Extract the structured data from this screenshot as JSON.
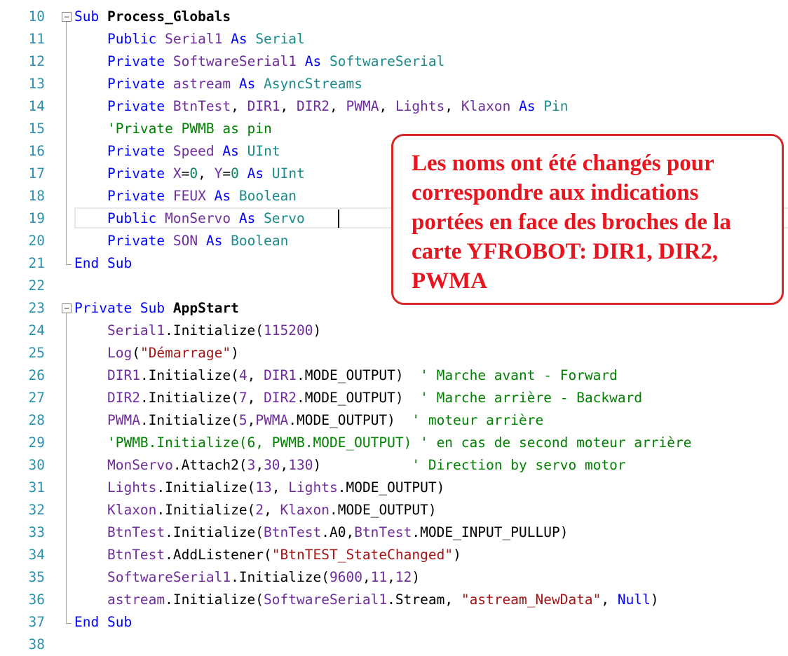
{
  "editor": {
    "lines": [
      {
        "num": "10",
        "tokens": [
          {
            "t": "Sub ",
            "c": "kw"
          },
          {
            "t": "Process_Globals",
            "c": "bold"
          }
        ]
      },
      {
        "num": "11",
        "tokens": [
          {
            "t": "    "
          },
          {
            "t": "Public",
            "c": "kw"
          },
          {
            "t": " "
          },
          {
            "t": "Serial1",
            "c": "pr"
          },
          {
            "t": " "
          },
          {
            "t": "As",
            "c": "kw"
          },
          {
            "t": " "
          },
          {
            "t": "Serial",
            "c": "ty"
          }
        ]
      },
      {
        "num": "12",
        "tokens": [
          {
            "t": "    "
          },
          {
            "t": "Private",
            "c": "kw"
          },
          {
            "t": " "
          },
          {
            "t": "SoftwareSerial1",
            "c": "pr"
          },
          {
            "t": " "
          },
          {
            "t": "As",
            "c": "kw"
          },
          {
            "t": " "
          },
          {
            "t": "SoftwareSerial",
            "c": "ty"
          }
        ]
      },
      {
        "num": "13",
        "tokens": [
          {
            "t": "    "
          },
          {
            "t": "Private",
            "c": "kw"
          },
          {
            "t": " "
          },
          {
            "t": "astream",
            "c": "pr"
          },
          {
            "t": " "
          },
          {
            "t": "As",
            "c": "kw"
          },
          {
            "t": " "
          },
          {
            "t": "AsyncStreams",
            "c": "ty"
          }
        ]
      },
      {
        "num": "14",
        "tokens": [
          {
            "t": "    "
          },
          {
            "t": "Private",
            "c": "kw"
          },
          {
            "t": " "
          },
          {
            "t": "BtnTest",
            "c": "pr"
          },
          {
            "t": ", "
          },
          {
            "t": "DIR1",
            "c": "pr"
          },
          {
            "t": ", "
          },
          {
            "t": "DIR2",
            "c": "pr"
          },
          {
            "t": ", "
          },
          {
            "t": "PWMA",
            "c": "pr"
          },
          {
            "t": ", "
          },
          {
            "t": "Lights",
            "c": "pr"
          },
          {
            "t": ", "
          },
          {
            "t": "Klaxon",
            "c": "pr"
          },
          {
            "t": " "
          },
          {
            "t": "As",
            "c": "kw"
          },
          {
            "t": " "
          },
          {
            "t": "Pin",
            "c": "ty"
          }
        ]
      },
      {
        "num": "15",
        "tokens": [
          {
            "t": "    "
          },
          {
            "t": "'Private PWMB as pin",
            "c": "cm"
          }
        ]
      },
      {
        "num": "16",
        "tokens": [
          {
            "t": "    "
          },
          {
            "t": "Private",
            "c": "kw"
          },
          {
            "t": " "
          },
          {
            "t": "Speed",
            "c": "pr"
          },
          {
            "t": " "
          },
          {
            "t": "As",
            "c": "kw"
          },
          {
            "t": " "
          },
          {
            "t": "UInt",
            "c": "ty"
          }
        ]
      },
      {
        "num": "17",
        "tokens": [
          {
            "t": "    "
          },
          {
            "t": "Private",
            "c": "kw"
          },
          {
            "t": " "
          },
          {
            "t": "X",
            "c": "pr"
          },
          {
            "t": "="
          },
          {
            "t": "0",
            "c": "nm"
          },
          {
            "t": ", "
          },
          {
            "t": "Y",
            "c": "pr"
          },
          {
            "t": "="
          },
          {
            "t": "0",
            "c": "nm"
          },
          {
            "t": " "
          },
          {
            "t": "As",
            "c": "kw"
          },
          {
            "t": " "
          },
          {
            "t": "UInt",
            "c": "ty"
          }
        ]
      },
      {
        "num": "18",
        "tokens": [
          {
            "t": "    "
          },
          {
            "t": "Private",
            "c": "kw"
          },
          {
            "t": " "
          },
          {
            "t": "FEUX",
            "c": "pr"
          },
          {
            "t": " "
          },
          {
            "t": "As",
            "c": "kw"
          },
          {
            "t": " "
          },
          {
            "t": "Boolean",
            "c": "ty"
          }
        ]
      },
      {
        "num": "19",
        "tokens": [
          {
            "t": "    "
          },
          {
            "t": "Public",
            "c": "kw"
          },
          {
            "t": " "
          },
          {
            "t": "MonServo",
            "c": "pr"
          },
          {
            "t": " "
          },
          {
            "t": "As",
            "c": "kw"
          },
          {
            "t": " "
          },
          {
            "t": "Servo",
            "c": "ty"
          }
        ]
      },
      {
        "num": "20",
        "tokens": [
          {
            "t": "    "
          },
          {
            "t": "Private",
            "c": "kw"
          },
          {
            "t": " "
          },
          {
            "t": "SON",
            "c": "pr"
          },
          {
            "t": " "
          },
          {
            "t": "As",
            "c": "kw"
          },
          {
            "t": " "
          },
          {
            "t": "Boolean",
            "c": "ty"
          }
        ]
      },
      {
        "num": "21",
        "tokens": [
          {
            "t": "End Sub",
            "c": "kw"
          }
        ]
      },
      {
        "num": "22",
        "tokens": []
      },
      {
        "num": "23",
        "tokens": [
          {
            "t": "Private Sub ",
            "c": "kw"
          },
          {
            "t": "AppStart",
            "c": "bold"
          }
        ]
      },
      {
        "num": "24",
        "tokens": [
          {
            "t": "    "
          },
          {
            "t": "Serial1",
            "c": "pr"
          },
          {
            "t": ".Initialize("
          },
          {
            "t": "115200",
            "c": "pr"
          },
          {
            "t": ")"
          }
        ]
      },
      {
        "num": "25",
        "tokens": [
          {
            "t": "    "
          },
          {
            "t": "Log",
            "c": "pr"
          },
          {
            "t": "("
          },
          {
            "t": "\"Démarrage\"",
            "c": "st"
          },
          {
            "t": ")"
          }
        ]
      },
      {
        "num": "26",
        "tokens": [
          {
            "t": "    "
          },
          {
            "t": "DIR1",
            "c": "pr"
          },
          {
            "t": ".Initialize("
          },
          {
            "t": "4",
            "c": "pr"
          },
          {
            "t": ", "
          },
          {
            "t": "DIR1",
            "c": "pr"
          },
          {
            "t": ".MODE_OUTPUT)  "
          },
          {
            "t": "' Marche avant - Forward",
            "c": "cm"
          }
        ]
      },
      {
        "num": "27",
        "tokens": [
          {
            "t": "    "
          },
          {
            "t": "DIR2",
            "c": "pr"
          },
          {
            "t": ".Initialize("
          },
          {
            "t": "7",
            "c": "pr"
          },
          {
            "t": ", "
          },
          {
            "t": "DIR2",
            "c": "pr"
          },
          {
            "t": ".MODE_OUTPUT)  "
          },
          {
            "t": "' Marche arrière - Backward",
            "c": "cm"
          }
        ]
      },
      {
        "num": "28",
        "tokens": [
          {
            "t": "    "
          },
          {
            "t": "PWMA",
            "c": "pr"
          },
          {
            "t": ".Initialize("
          },
          {
            "t": "5",
            "c": "pr"
          },
          {
            "t": ","
          },
          {
            "t": "PWMA",
            "c": "pr"
          },
          {
            "t": ".MODE_OUTPUT)  "
          },
          {
            "t": "' moteur arrière",
            "c": "cm"
          }
        ]
      },
      {
        "num": "29",
        "tokens": [
          {
            "t": "    "
          },
          {
            "t": "'PWMB.Initialize(6, PWMB.MODE_OUTPUT) ' en cas de second moteur arrière",
            "c": "cm"
          }
        ]
      },
      {
        "num": "30",
        "tokens": [
          {
            "t": "    "
          },
          {
            "t": "MonServo",
            "c": "pr"
          },
          {
            "t": ".Attach2("
          },
          {
            "t": "3",
            "c": "pr"
          },
          {
            "t": ","
          },
          {
            "t": "30",
            "c": "pr"
          },
          {
            "t": ","
          },
          {
            "t": "130",
            "c": "pr"
          },
          {
            "t": ")           "
          },
          {
            "t": "' Direction by servo motor",
            "c": "cm"
          }
        ]
      },
      {
        "num": "31",
        "tokens": [
          {
            "t": "    "
          },
          {
            "t": "Lights",
            "c": "pr"
          },
          {
            "t": ".Initialize("
          },
          {
            "t": "13",
            "c": "pr"
          },
          {
            "t": ", "
          },
          {
            "t": "Lights",
            "c": "pr"
          },
          {
            "t": ".MODE_OUTPUT)"
          }
        ]
      },
      {
        "num": "32",
        "tokens": [
          {
            "t": "    "
          },
          {
            "t": "Klaxon",
            "c": "pr"
          },
          {
            "t": ".Initialize("
          },
          {
            "t": "2",
            "c": "pr"
          },
          {
            "t": ", "
          },
          {
            "t": "Klaxon",
            "c": "pr"
          },
          {
            "t": ".MODE_OUTPUT)"
          }
        ]
      },
      {
        "num": "33",
        "tokens": [
          {
            "t": "    "
          },
          {
            "t": "BtnTest",
            "c": "pr"
          },
          {
            "t": ".Initialize("
          },
          {
            "t": "BtnTest",
            "c": "pr"
          },
          {
            "t": ".A0,"
          },
          {
            "t": "BtnTest",
            "c": "pr"
          },
          {
            "t": ".MODE_INPUT_PULLUP)"
          }
        ]
      },
      {
        "num": "34",
        "tokens": [
          {
            "t": "    "
          },
          {
            "t": "BtnTest",
            "c": "pr"
          },
          {
            "t": ".AddListener("
          },
          {
            "t": "\"BtnTEST_StateChanged\"",
            "c": "st"
          },
          {
            "t": ")"
          }
        ]
      },
      {
        "num": "35",
        "tokens": [
          {
            "t": "    "
          },
          {
            "t": "SoftwareSerial1",
            "c": "pr"
          },
          {
            "t": ".Initialize("
          },
          {
            "t": "9600",
            "c": "pr"
          },
          {
            "t": ","
          },
          {
            "t": "11",
            "c": "pr"
          },
          {
            "t": ","
          },
          {
            "t": "12",
            "c": "pr"
          },
          {
            "t": ")"
          }
        ]
      },
      {
        "num": "36",
        "tokens": [
          {
            "t": "    "
          },
          {
            "t": "astream",
            "c": "pr"
          },
          {
            "t": ".Initialize("
          },
          {
            "t": "SoftwareSerial1",
            "c": "pr"
          },
          {
            "t": ".Stream, "
          },
          {
            "t": "\"astream_NewData\"",
            "c": "st"
          },
          {
            "t": ", "
          },
          {
            "t": "Null",
            "c": "kw"
          },
          {
            "t": ")"
          }
        ]
      },
      {
        "num": "37",
        "tokens": [
          {
            "t": "End Sub",
            "c": "kw"
          }
        ]
      },
      {
        "num": "38",
        "tokens": []
      }
    ]
  },
  "callout": {
    "text": "Les noms ont été changés pour correspondre aux indications portées en face des broches de la carte YFROBOT: DIR1, DIR2, PWMA"
  },
  "colors": {
    "keyword": "#0000ff",
    "identifier": "#6f2d9c",
    "type": "#1b8a8a",
    "string": "#a31515",
    "comment": "#008000",
    "line_number": "#2b91af",
    "callout_text": "#e8141e",
    "callout_border": "#d62828"
  }
}
